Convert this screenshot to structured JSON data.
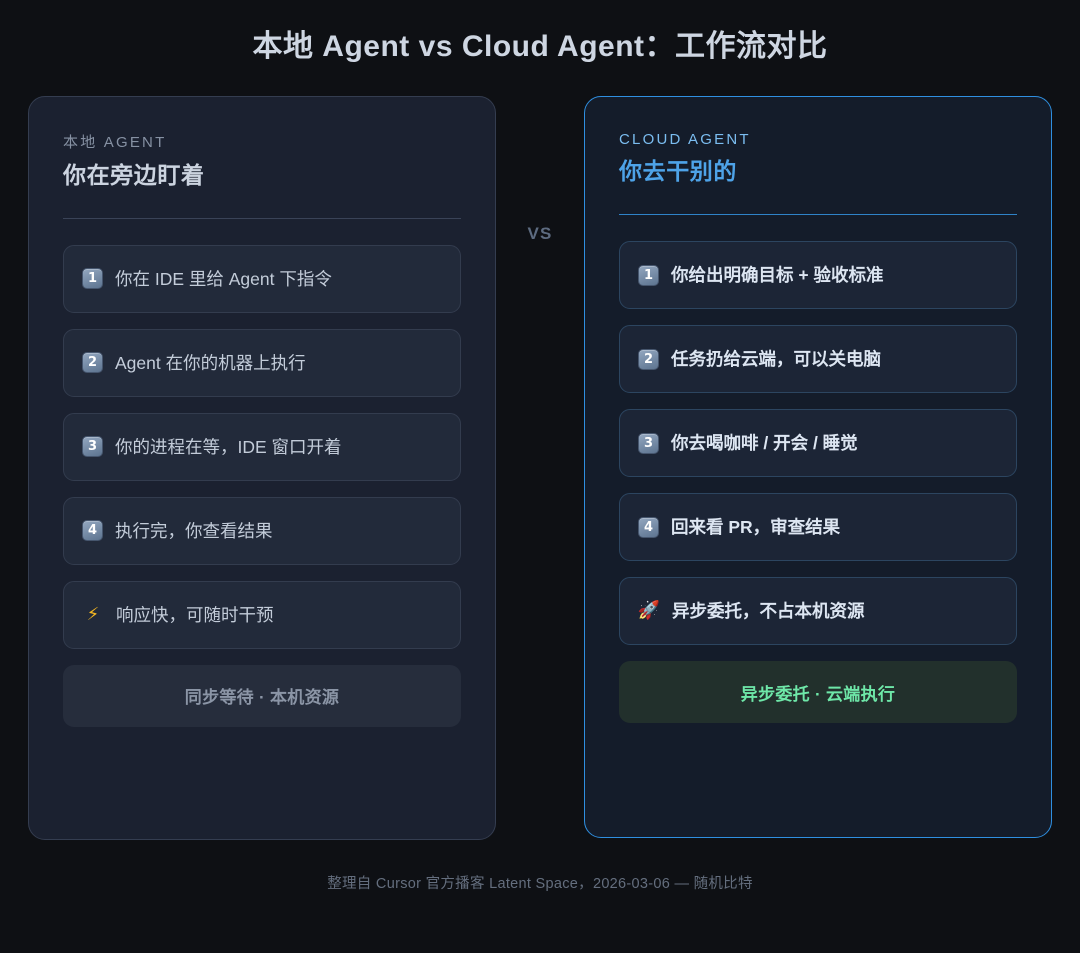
{
  "title": "本地 Agent vs Cloud Agent：工作流对比",
  "vs_label": "VS",
  "colors": {
    "page_background": "#0e1014",
    "local_panel_background": "#1b2130",
    "local_panel_border": "#343d50",
    "cloud_panel_background": "#141c2a",
    "cloud_accent": "#2f8fe0",
    "cloud_heading": "#4ea3e8",
    "green_badge_background": "#22302c",
    "green_badge_text": "#6ee7a8",
    "bolt_yellow": "#f5b722"
  },
  "local": {
    "eyebrow": "本地 AGENT",
    "heading": "你在旁边盯着",
    "steps": [
      {
        "marker": "1",
        "marker_type": "keycap",
        "text": "你在 IDE 里给 Agent 下指令"
      },
      {
        "marker": "2",
        "marker_type": "keycap",
        "text": "Agent 在你的机器上执行"
      },
      {
        "marker": "3",
        "marker_type": "keycap",
        "text": "你的进程在等，IDE 窗口开着"
      },
      {
        "marker": "4",
        "marker_type": "keycap",
        "text": "执行完，你查看结果"
      },
      {
        "marker": "⚡",
        "marker_type": "bolt-icon",
        "text": "响应快，可随时干预"
      }
    ],
    "badge": "同步等待 · 本机资源"
  },
  "cloud": {
    "eyebrow": "CLOUD AGENT",
    "heading": "你去干别的",
    "steps": [
      {
        "marker": "1",
        "marker_type": "keycap",
        "text": "你给出明确目标 + 验收标准"
      },
      {
        "marker": "2",
        "marker_type": "keycap",
        "text": "任务扔给云端，可以关电脑"
      },
      {
        "marker": "3",
        "marker_type": "keycap",
        "text": "你去喝咖啡 / 开会 / 睡觉"
      },
      {
        "marker": "4",
        "marker_type": "keycap",
        "text": "回来看 PR，审查结果"
      },
      {
        "marker": "🚀",
        "marker_type": "rocket-icon",
        "text": "异步委托，不占本机资源"
      }
    ],
    "badge": "异步委托 · 云端执行"
  },
  "footer": "整理自 Cursor 官方播客 Latent Space，2026-03-06 — 随机比特"
}
